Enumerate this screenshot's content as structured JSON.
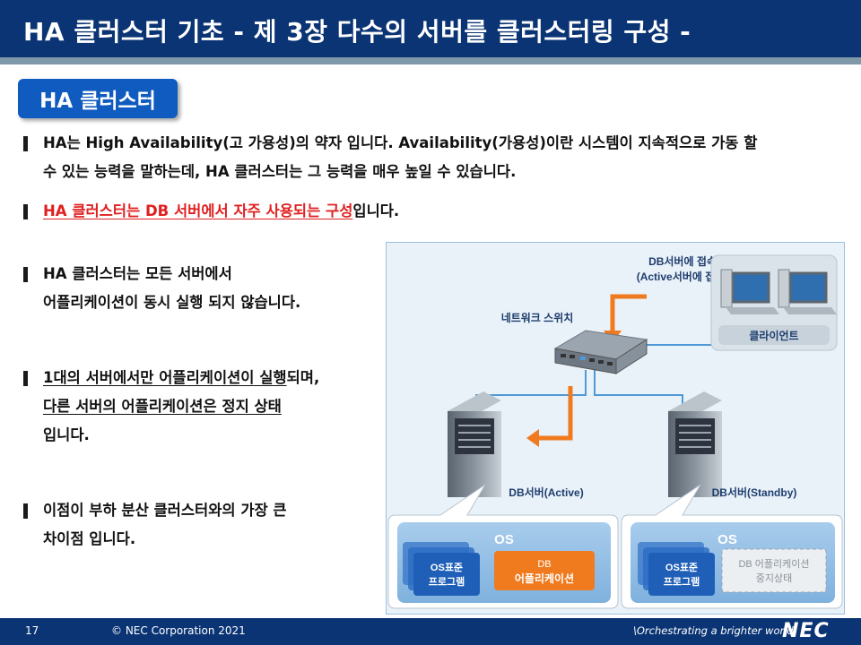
{
  "header": {
    "title": "HA 클러스터 기초   - 제 3장 다수의 서버를 클러스터링 구성 -"
  },
  "section": {
    "label": "HA 클러스터"
  },
  "bullets": {
    "b1_line1": "HA는 High Availability(고 가용성)의 약자 입니다. Availability(가용성)이란 시스템이 지속적으로 가동 할",
    "b1_line2": "수 있는 능력을 말하는데, HA 클러스터는 그 능력을 매우 높일 수 있습니다.",
    "b2_red": "HA 클러스터는 DB 서버에서 자주 사용되는 구성",
    "b2_rest": "입니다.",
    "b3_line1": "HA 클러스터는 모든 서버에서",
    "b3_line2": "어플리케이션이 동시 실행 되지 않습니다.",
    "b4_line1_u": "1대의 서버에서만 어플리케이션이 실행",
    "b4_line1_rest": "되며,",
    "b4_line2_u": "다른 서버의 어플리케이션은 정지 상태",
    "b4_line3": "입니다.",
    "b5_line1": "이점이 부하 분산 클러스터와의 가장 큰",
    "b5_line2": "차이점 입니다."
  },
  "diagram": {
    "db_access_line1": "DB서버에 접속",
    "db_access_line2": "(Active서버에 접속)",
    "network_switch": "네트워크 스위치",
    "client": "클라이언트",
    "db_active": "DB서버(Active)",
    "db_standby": "DB서버(Standby)",
    "os_label": "OS",
    "os_program_line1": "OS표준",
    "os_program_line2": "프로그램",
    "db_app_line1": "DB",
    "db_app_line2": "어플리케이션",
    "db_app_stopped_line1": "DB 어플리케이션",
    "db_app_stopped_line2": "중지상태"
  },
  "footer": {
    "page": "17",
    "copyright": "© NEC Corporation 2021",
    "tagline": "\\Orchestrating a brighter world",
    "logo": "NEC"
  },
  "colors": {
    "header_bg": "#0b3474",
    "badge_bg": "#0f5bbf",
    "highlight_red": "#e02020",
    "arrow_orange": "#f07a1e",
    "link_blue": "#4f9ad6"
  }
}
